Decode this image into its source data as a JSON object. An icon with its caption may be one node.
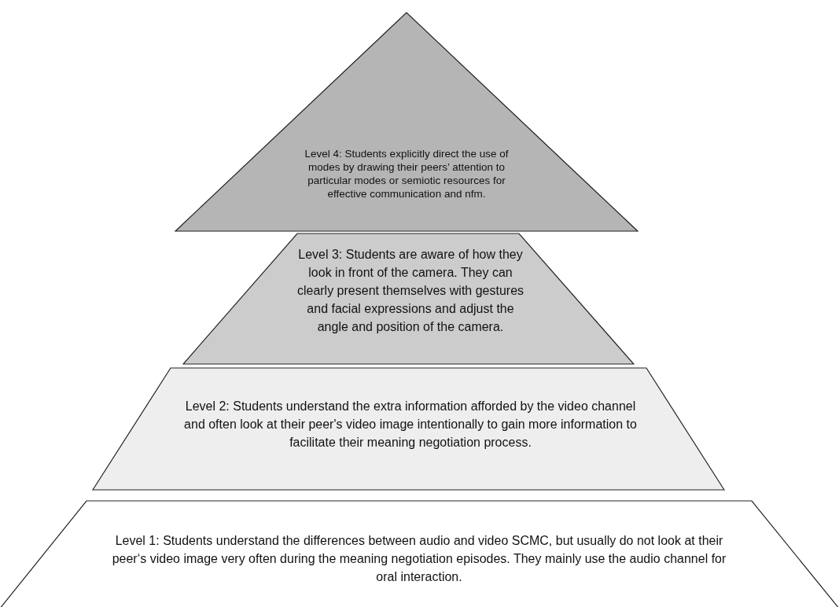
{
  "diagram": {
    "nodes": [
      {
        "text": [
          "Level 4: Students explicitly direct the use of modes by drawing their peers’ attention to particular modes or semiotic resources for effective communication and nfm."
        ]
      },
      {
        "text": [
          "Level 3: Students are aware of how they look in front of the camera. They can clearly present themselves with gestures and facial expressions and adjust the angle and position of the camera."
        ]
      },
      {
        "text": [
          "Level 2: Students understand the extra information afforded by the video channel and often look at their peer's video image intentionally to gain more information to facilitate their meaning negotiation process."
        ]
      },
      {
        "text": [
          "Level 1: Students understand the differences between audio and video SCMC, but usually do not look at their peer‘s video image very often during the meaning negotiation episodes. They mainly use the audio channel for oral interaction."
        ]
      }
    ]
  }
}
